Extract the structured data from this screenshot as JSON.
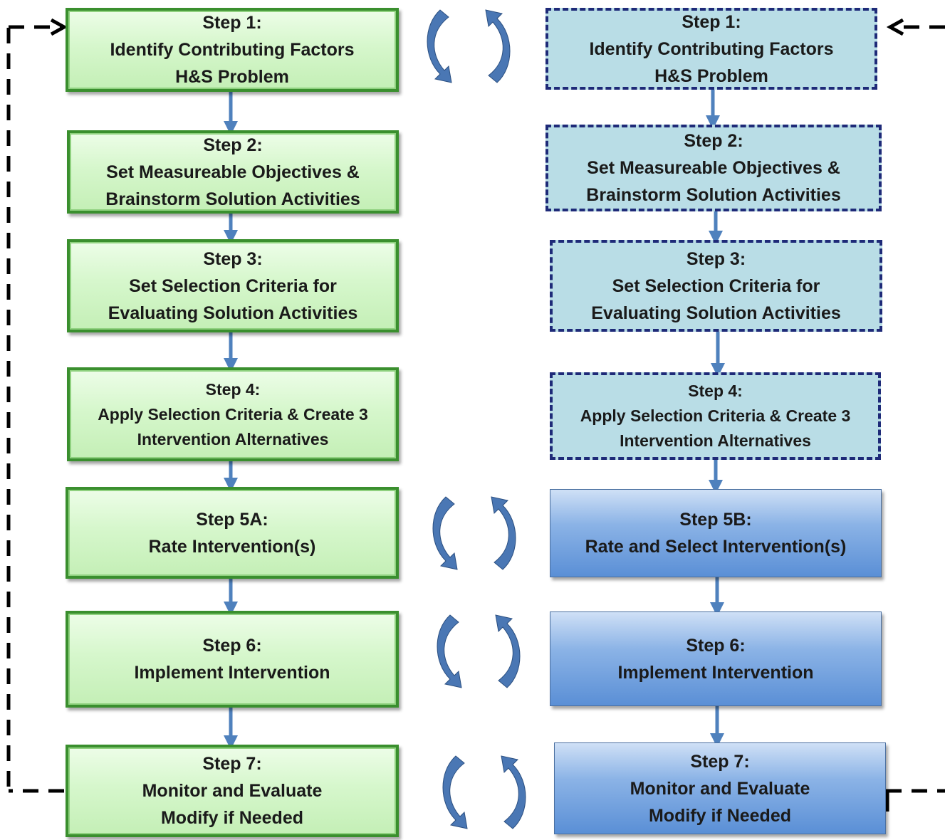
{
  "left_steps": [
    {
      "line1": "Step 1:",
      "line2": "Identify Contributing Factors",
      "line3": "H&S Problem"
    },
    {
      "line1": "Step 2:",
      "line2": "Set Measureable Objectives &",
      "line3": "Brainstorm Solution Activities"
    },
    {
      "line1": "Step 3:",
      "line2": "Set Selection Criteria for",
      "line3": "Evaluating Solution Activities"
    },
    {
      "line1": "Step 4:",
      "line2": "Apply Selection Criteria & Create 3",
      "line3": "Intervention Alternatives"
    },
    {
      "line1": "Step 5A:",
      "line2": "Rate Intervention(s)"
    },
    {
      "line1": "Step 6:",
      "line2": "Implement Intervention"
    },
    {
      "line1": "Step 7:",
      "line2": "Monitor and Evaluate",
      "line3": "Modify if Needed"
    }
  ],
  "right_steps": [
    {
      "line1": "Step 1:",
      "line2": "Identify Contributing Factors",
      "line3": "H&S Problem"
    },
    {
      "line1": "Step 2:",
      "line2": "Set Measureable Objectives &",
      "line3": "Brainstorm Solution Activities"
    },
    {
      "line1": "Step 3:",
      "line2": "Set Selection Criteria for",
      "line3": "Evaluating Solution Activities"
    },
    {
      "line1": "Step 4:",
      "line2": "Apply Selection Criteria & Create 3",
      "line3": "Intervention Alternatives"
    },
    {
      "line1": "Step 5B:",
      "line2": "Rate and Select Intervention(s)"
    },
    {
      "line1": "Step 6:",
      "line2": "Implement Intervention"
    },
    {
      "line1": "Step 7:",
      "line2": "Monitor and Evaluate",
      "line3": "Modify if Needed"
    }
  ],
  "icons": {
    "cycle": "cycle-arrows-icon",
    "down_arrow": "arrow-down-icon",
    "loop_back": "dashed-loop-arrow"
  },
  "colors": {
    "green_fill": "#d6f7cc",
    "green_border": "#3a8f2e",
    "lightblue_fill": "#b9dde6",
    "dashed_border": "#1e2a78",
    "blue_fill": "#8bb3e6",
    "arrow": "#4f81bd",
    "cycle_arrow": "#4a77b4"
  }
}
